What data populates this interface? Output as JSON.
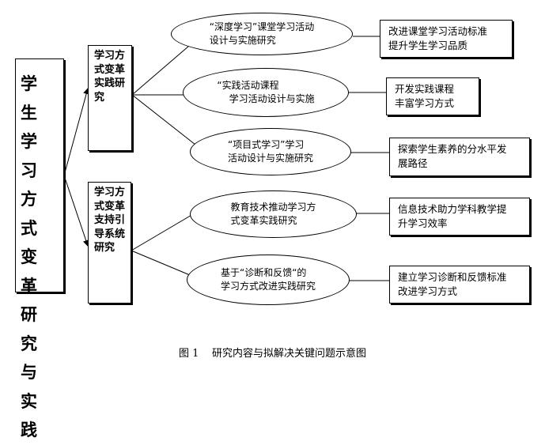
{
  "root": {
    "label": "学生学习方式变革研究与实践"
  },
  "branches": [
    {
      "label": "学习方式变革实践研究",
      "topics": [
        {
          "text": "“深度学习”课堂学习活动\n设计与实施研究",
          "outcome": "改进课堂学习活动标准\n提升学生学习品质"
        },
        {
          "text": "“实践活动课程\n    学习活动设计与实施",
          "outcome": "开发实践课程\n丰富学习方式"
        },
        {
          "text": "“项目式学习”学习\n活动设计与实施研究",
          "outcome": "探索学生素养的分水平发\n展路径"
        }
      ]
    },
    {
      "label": "学习方式变革支持引导系统研究",
      "topics": [
        {
          "text": "教育技术推动学习方\n式变革实践研究",
          "outcome": "信息技术助力学科教学提\n升学习效率"
        },
        {
          "text": "基于“诊断和反馈“的\n学习方式改进实践研究",
          "outcome": "建立学习诊断和反馈标准\n改进学习方式"
        }
      ]
    }
  ],
  "caption": "图 1    研究内容与拟解决关键问题示意图"
}
